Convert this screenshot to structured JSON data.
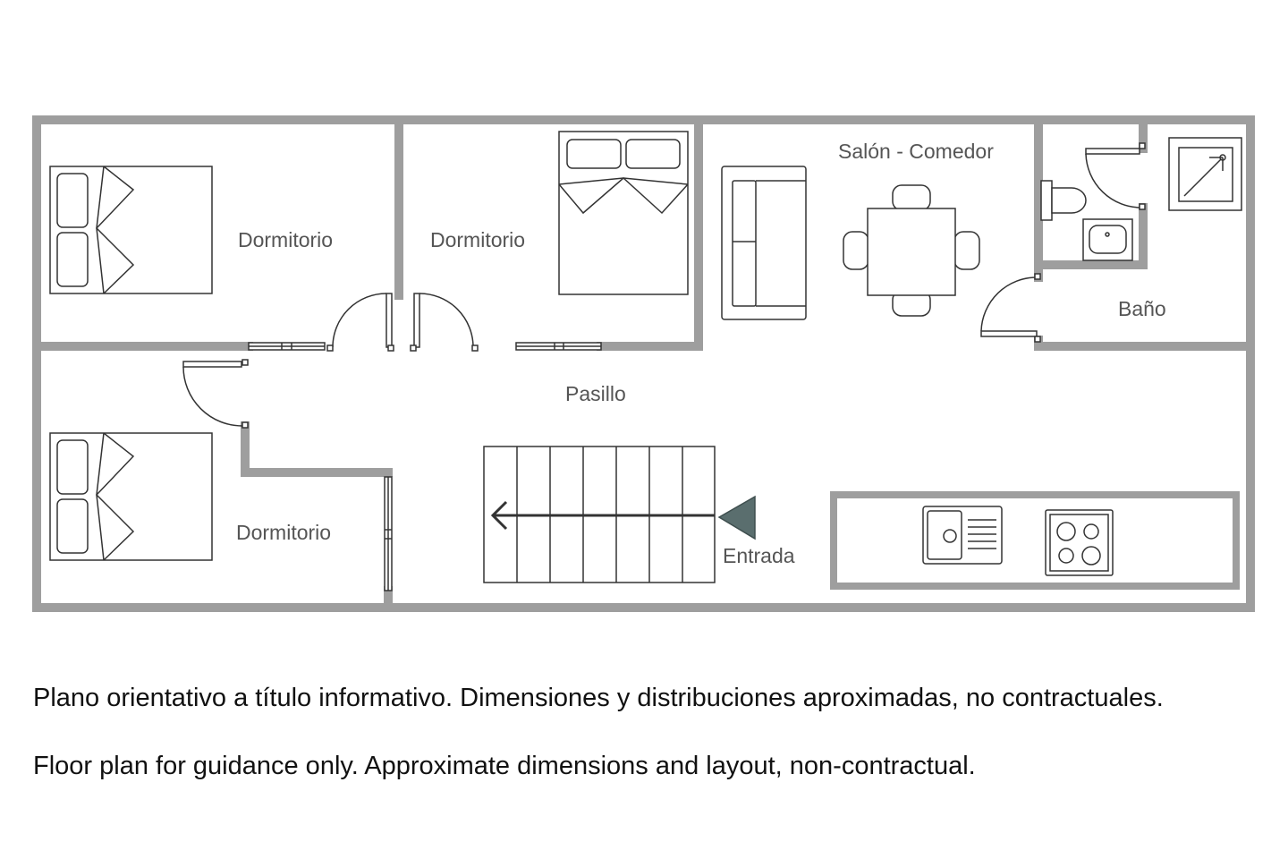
{
  "rooms": {
    "bedroom_top_left": "Dormitorio",
    "bedroom_top_middle": "Dormitorio",
    "bedroom_bottom_left": "Dormitorio",
    "living_dining": "Salón - Comedor",
    "bathroom": "Baño",
    "hallway": "Pasillo",
    "entrance": "Entrada"
  },
  "disclaimer": {
    "spanish": "Plano orientativo a título informativo. Dimensiones y distribuciones aproximadas, no contractuales.",
    "english": "Floor plan for guidance only. Approximate dimensions and layout, non-contractual."
  },
  "colors": {
    "wall": "#9e9e9e",
    "fixture_stroke": "#333333",
    "label": "#555555",
    "entrance_marker": "#5a6e6e"
  }
}
